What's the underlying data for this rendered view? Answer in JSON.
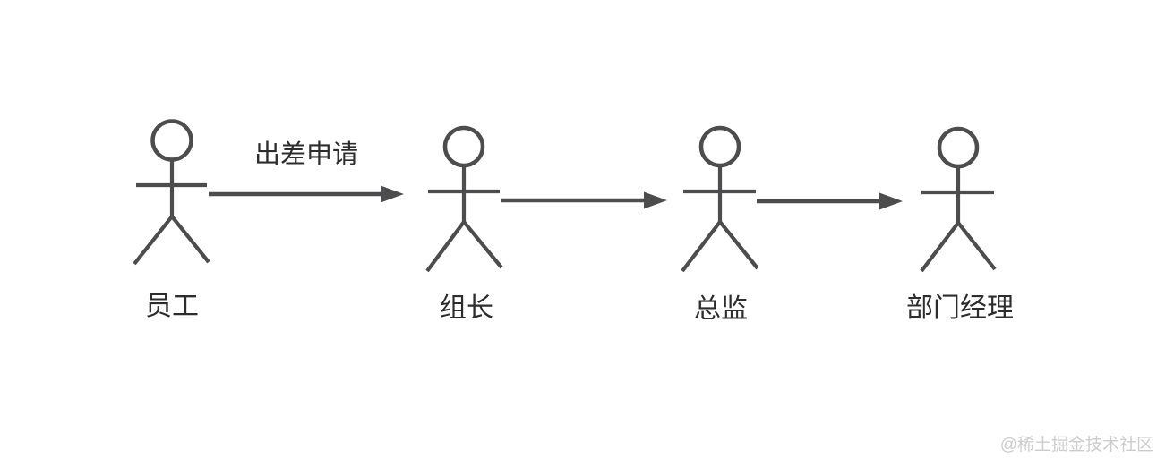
{
  "diagram": {
    "type": "approval-flow",
    "background_color": "#ffffff",
    "stroke_color": "#4d4d4f",
    "text_color": "#2d2d2d",
    "actors": [
      {
        "label": "员工"
      },
      {
        "label": "组长"
      },
      {
        "label": "总监"
      },
      {
        "label": "部门经理"
      }
    ],
    "arrows": [
      {
        "from": "员工",
        "to": "组长",
        "label": "出差申请"
      },
      {
        "from": "组长",
        "to": "总监",
        "label": ""
      },
      {
        "from": "总监",
        "to": "部门经理",
        "label": ""
      }
    ],
    "watermark": {
      "text": "@稀土掘金技术社区",
      "color": "#cccccc"
    }
  }
}
